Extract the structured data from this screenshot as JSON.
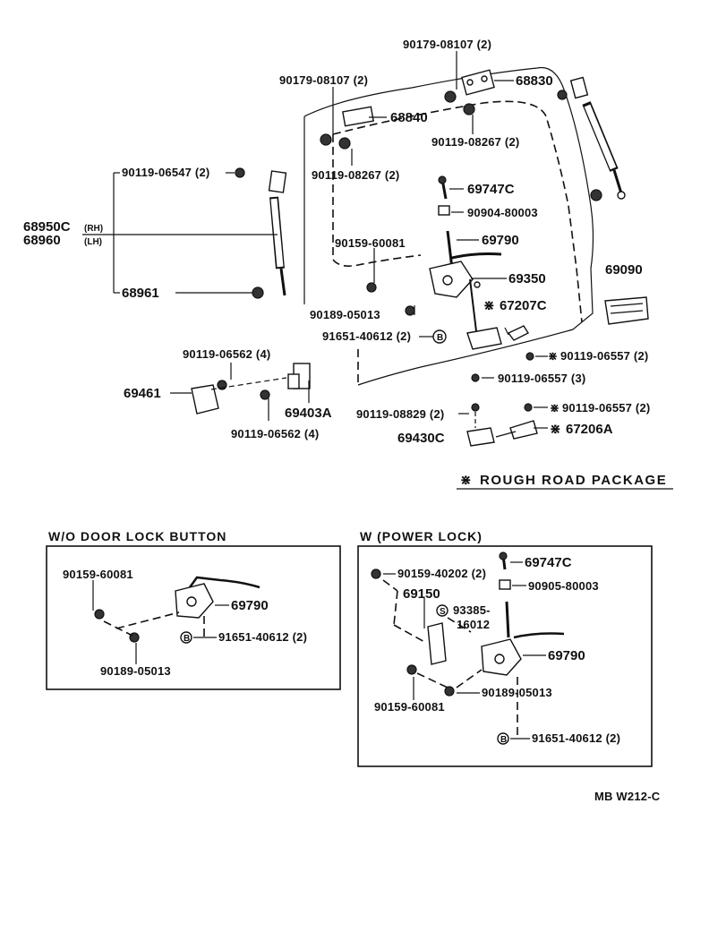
{
  "main": {
    "labels": {
      "p90179_top": "90179-08107 (2)",
      "p90179_left": "90179-08107 (2)",
      "p68830": "68830",
      "p68840": "68840",
      "p90119_08267_r": "90119-08267 (2)",
      "p90119_08267_l": "90119-08267 (2)",
      "p90119_06547": "90119-06547 (2)",
      "p68950c": "68950C",
      "rh": "(RH)",
      "p68960": "68960",
      "lh": "(LH)",
      "p68961": "68961",
      "p69747c": "69747C",
      "p90904": "90904-80003",
      "p90159": "90159-60081",
      "p69790": "69790",
      "p69350": "69350",
      "p67207c": "67207C",
      "p69090": "69090",
      "p90189": "90189-05013",
      "p91651": "91651-40612 (2)",
      "p90119_06557_2": "90119-06557 (2)",
      "p90119_06557_3": "90119-06557 (3)",
      "p90119_06562_top": "90119-06562 (4)",
      "p69461": "69461",
      "p69403a": "69403A",
      "p90119_06562_bot": "90119-06562 (4)",
      "p90119_08829": "90119-08829 (2)",
      "p90119_06557_b": "90119-06557 (2)",
      "p69430c": "69430C",
      "p67206a": "67206A"
    },
    "note": "ROUGH ROAD PACKAGE"
  },
  "box_left": {
    "title": "W/O DOOR LOCK BUTTON",
    "labels": {
      "p90159": "90159-60081",
      "p69790": "69790",
      "p91651": "91651-40612 (2)",
      "p90189": "90189-05013"
    }
  },
  "box_right": {
    "title": "W (POWER LOCK)",
    "labels": {
      "p90159_40202": "90159-40202 (2)",
      "p69747c": "69747C",
      "p90905": "90905-80003",
      "p69150": "69150",
      "p93385": "93385-",
      "p16012": "16012",
      "p69790": "69790",
      "p90159_60081": "90159-60081",
      "p90189": "90189-05013",
      "p91651": "91651-40612 (2)"
    }
  },
  "footer": {
    "code": "MB  W212-C"
  },
  "symbols": {
    "asterisk": "⋇",
    "circle_s": "S",
    "circle_b": "B"
  }
}
